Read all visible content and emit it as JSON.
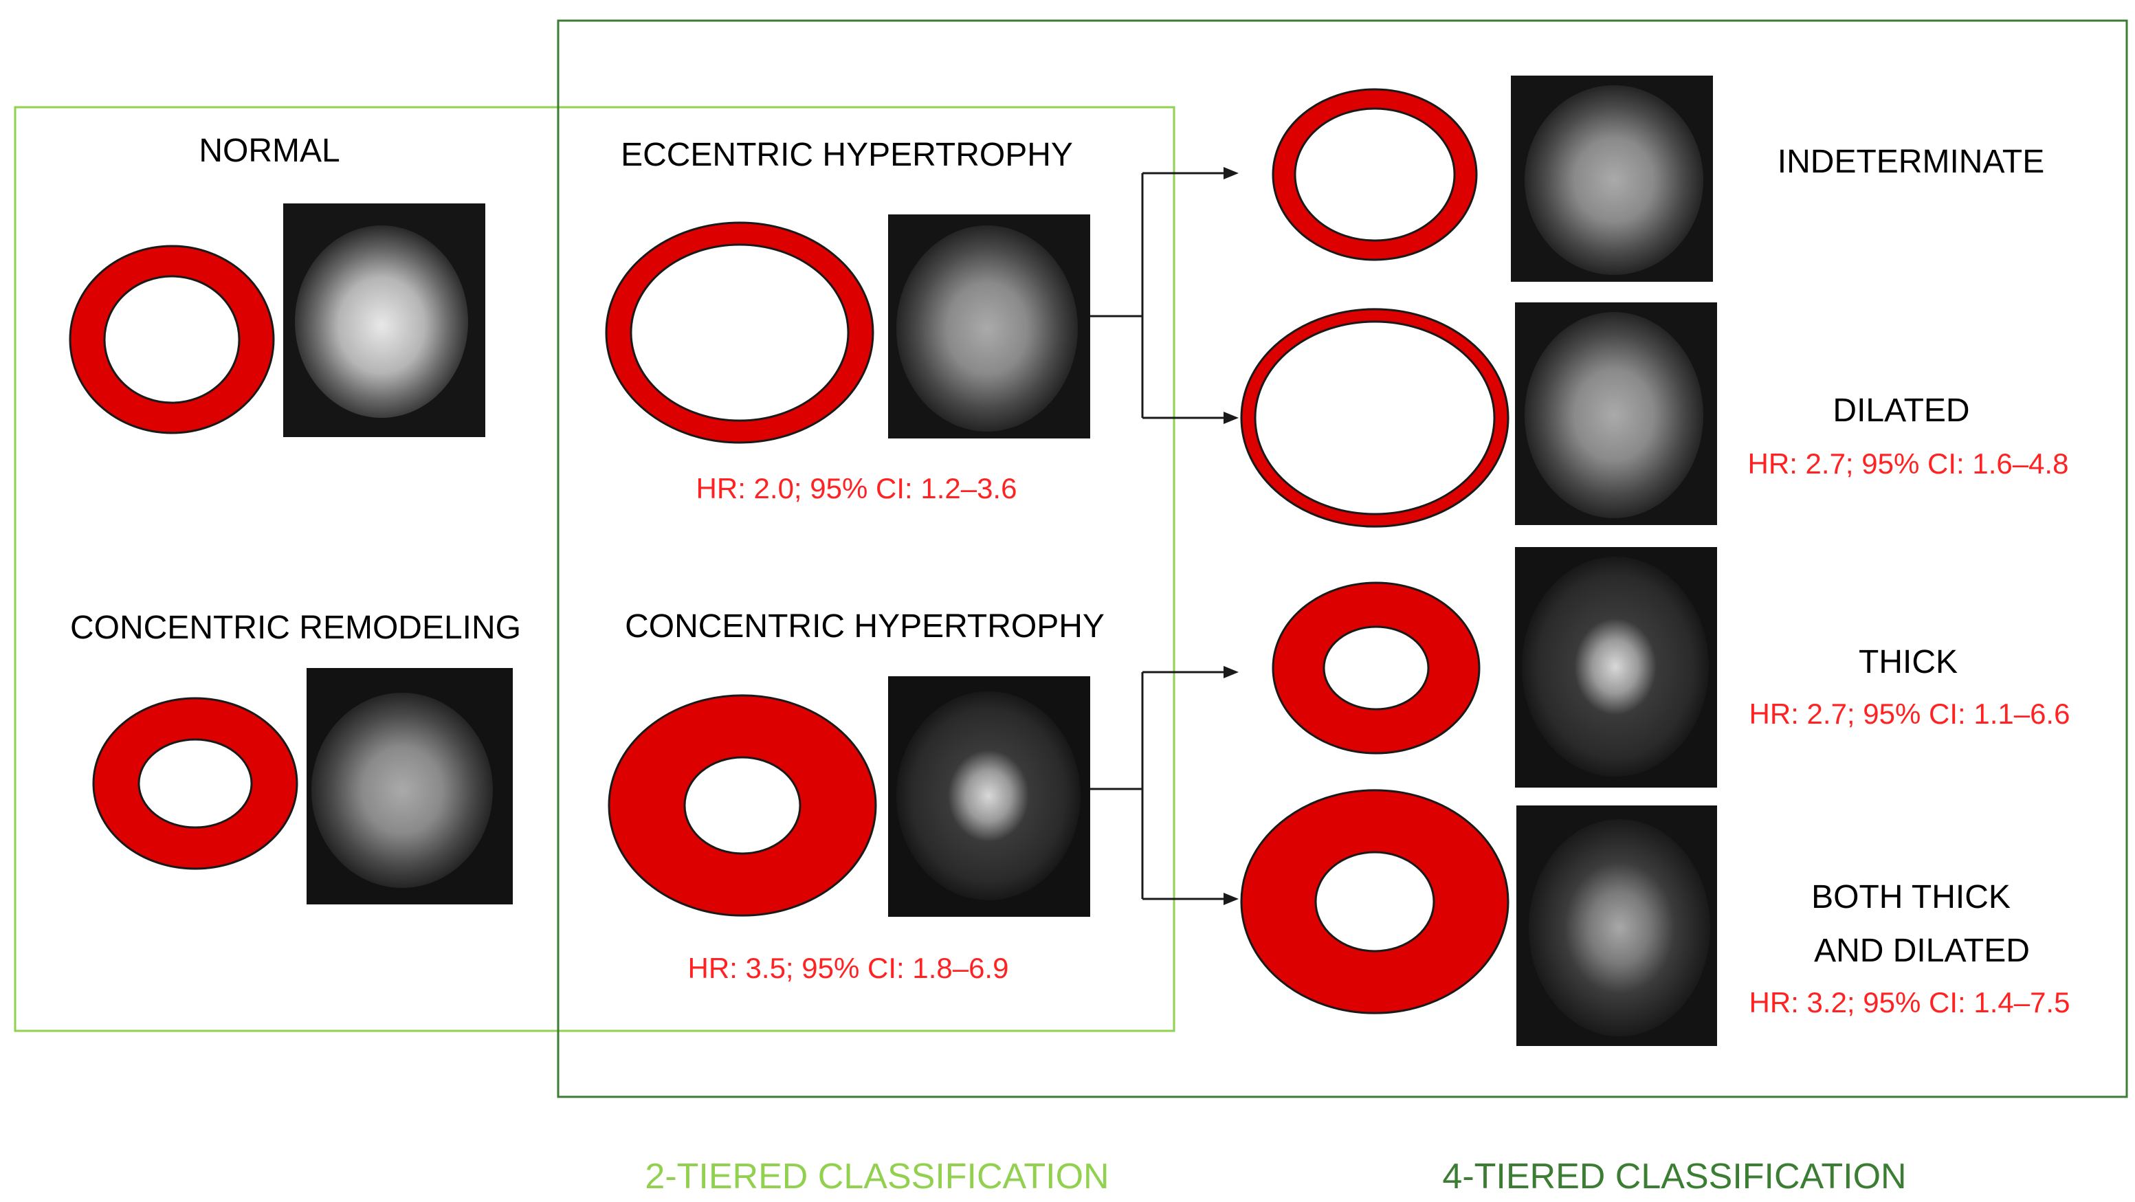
{
  "colors": {
    "ring_fill": "#dd0000",
    "ring_stroke": "#1a1a1a",
    "hr_text": "#ff2222",
    "box_two_tier": "#92d050",
    "box_four_tier": "#3b7d32",
    "caption_two_tier": "#92d050",
    "caption_four_tier": "#3b7d32"
  },
  "icons": {
    "mri": "cardiac-mri-short-axis-image",
    "ring": "ventricle-ring-shape"
  },
  "labels": {
    "normal": "NORMAL",
    "concentric_remodeling": "CONCENTRIC REMODELING",
    "eccentric_hypertrophy": "ECCENTRIC HYPERTROPHY",
    "concentric_hypertrophy": "CONCENTRIC HYPERTROPHY",
    "indeterminate": "INDETERMINATE",
    "dilated": "DILATED",
    "thick": "THICK",
    "both_line1": "BOTH THICK",
    "both_line2": "AND DILATED"
  },
  "hazard_ratios": {
    "eccentric": "HR: 2.0; 95% CI: 1.2–3.6",
    "concentric": "HR: 3.5; 95% CI: 1.8–6.9",
    "dilated": "HR: 2.7; 95% CI: 1.6–4.8",
    "thick": "HR: 2.7; 95% CI: 1.1–6.6",
    "both": "HR: 3.2; 95% CI: 1.4–7.5"
  },
  "captions": {
    "two_tier": "2-TIERED CLASSIFICATION",
    "four_tier": "4-TIERED CLASSIFICATION"
  }
}
